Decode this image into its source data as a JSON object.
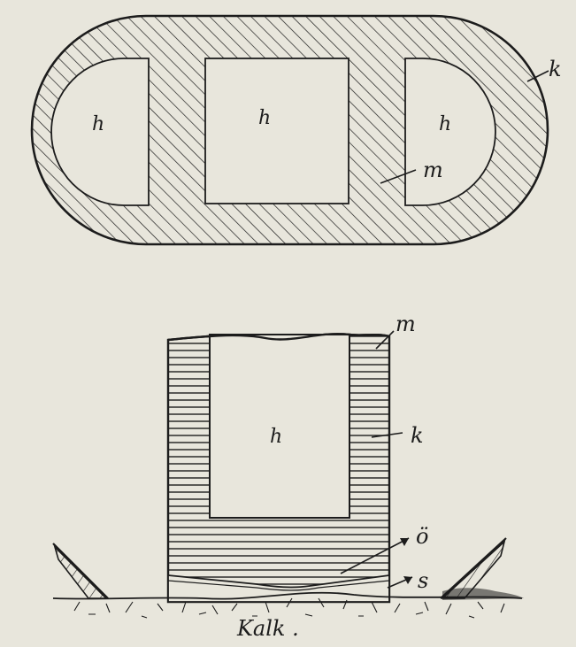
{
  "figure": {
    "top": {
      "chamber_left": "h",
      "chamber_center": "h",
      "chamber_right": "h",
      "label_outer": "k",
      "label_wall": "m"
    },
    "bottom": {
      "label_top": "m",
      "label_chamber": "h",
      "label_wall": "k",
      "label_o": "ö",
      "label_s": "s",
      "label_ground": "Kalk ."
    }
  },
  "colors": {
    "paper": "#e8e6dc",
    "ink": "#1c1c1c"
  }
}
